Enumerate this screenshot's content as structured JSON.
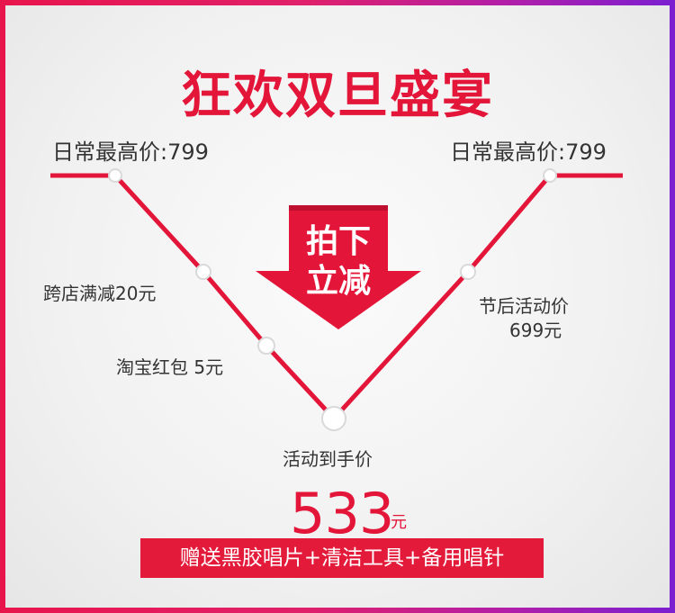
{
  "title": "狂欢双旦盛宴",
  "left_top_label": "日常最高价:799",
  "right_top_label": "日常最高价:799",
  "steps_left": [
    {
      "label": "跨店满减20元"
    },
    {
      "label": "淘宝红包 5元"
    }
  ],
  "step_right": {
    "label_line1": "节后活动价",
    "label_line2": "699元"
  },
  "arrow": {
    "line1": "拍下",
    "line2": "立减"
  },
  "bottom_label": "活动到手价",
  "final_price": {
    "value": "533",
    "unit": "元"
  },
  "gift_banner": "赠送黑胶唱片+清洁工具+备用唱针",
  "colors": {
    "accent": "#e3163a",
    "frame_left": "#e8154c",
    "frame_right": "#7b1fd1"
  }
}
